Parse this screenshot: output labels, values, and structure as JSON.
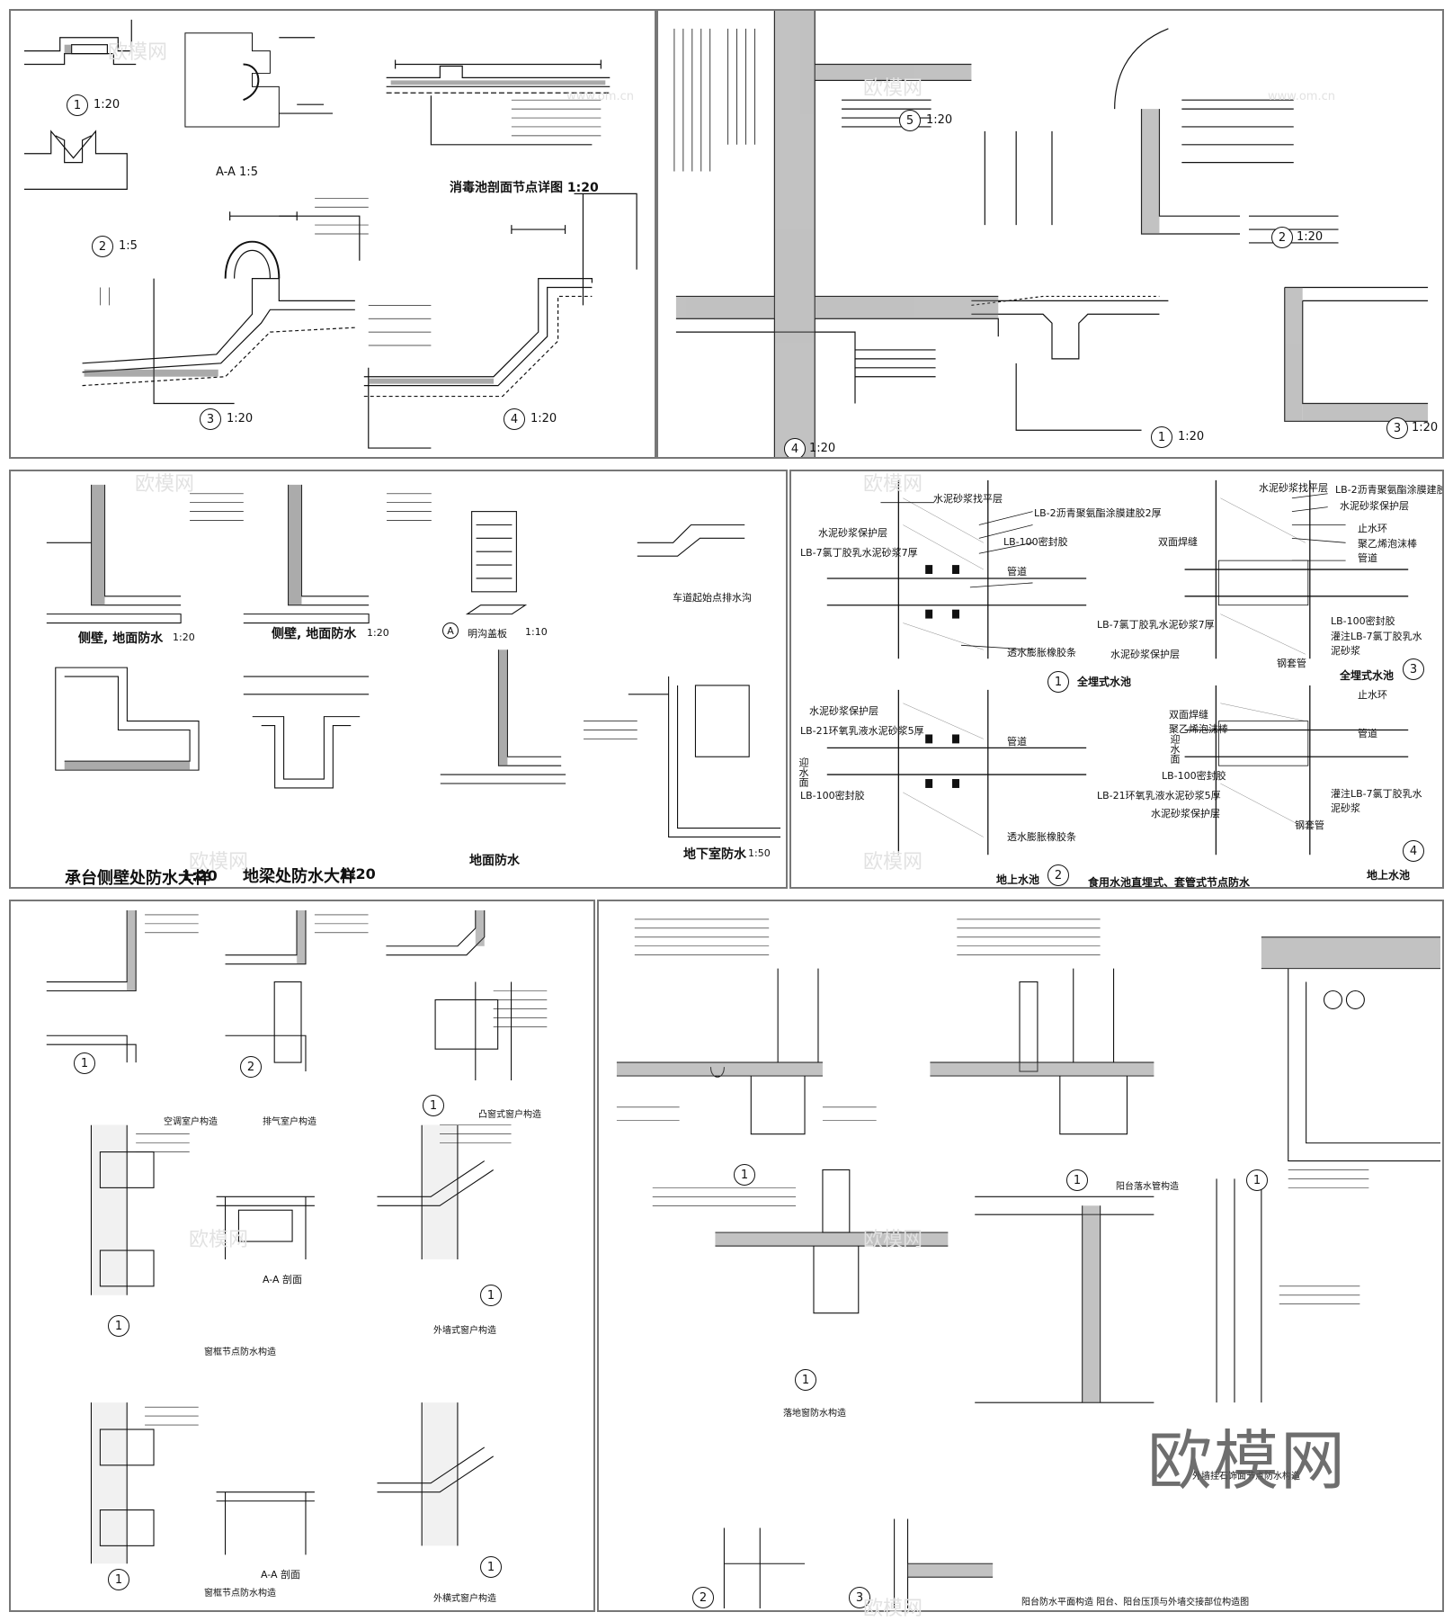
{
  "watermark": {
    "cn": "欧模网",
    "url": "www.om.cn"
  },
  "logo": "欧模网",
  "panel1": {
    "title": "消毒池剖面节点详图 1:20",
    "aa": "A-A 1:5",
    "s1": "1:20",
    "s2": "1:5",
    "s3": "1:20",
    "s4": "1:20",
    "n1": "1",
    "n2": "2",
    "n3": "3",
    "n4": "4"
  },
  "panel2": {
    "s5": "1:20",
    "s4": "1:20",
    "s1": "1:20",
    "s2": "1:20",
    "s3": "1:20",
    "n5": "5",
    "n4": "4",
    "n1": "1",
    "n2": "2",
    "n3": "3"
  },
  "panel3": {
    "t1": "侧壁, 地面防水",
    "t2": "侧壁, 地面防水",
    "t3": "明沟盖板",
    "t4": "车道起始点排水沟",
    "t5": "承台侧壁处防水大样",
    "t6": "地梁处防水大样",
    "t7": "地面防水",
    "t8": "地下室防水",
    "s1": "1:20",
    "s2": "1:20",
    "s3": "1:10",
    "s5": "1:20",
    "s6": "1:20",
    "s8": "1:50",
    "nA": "A"
  },
  "panel4": {
    "l_pingzheng": "水泥砂浆找平层",
    "l_lb2": "LB-2沥青聚氨酯涂膜建胶2厚",
    "l_baohu": "水泥砂浆保护层",
    "l_lb7": "LB-7氯丁胶乳水泥砂浆7厚",
    "l_lb100": "LB-100密封胶",
    "l_guandao": "管道",
    "l_touxiu": "透水膨胀橡胶条",
    "l_quanmai": "全埋式水池",
    "l_shuangmian": "双面焊缝",
    "l_zhishui": "止水环",
    "l_jubenyi": "聚乙烯泡沫棒",
    "l_guanzhu": "灌注LB-7氯丁胶乳水泥砂浆",
    "l_gangtao": "钢套管",
    "l_lb21": "LB-21环氧乳液水泥砂浆5厚",
    "l_yingshui": "迎水面",
    "l_dishang": "地上水池",
    "title": "食用水池直埋式、套管式节点防水",
    "n1": "1",
    "n2": "2",
    "n3": "3",
    "n4": "4"
  },
  "panel5": {
    "t1": "空调室户构造",
    "t2": "排气室户构造",
    "t3": "凸窗式窗户构造",
    "t4": "窗框节点防水构造",
    "t5": "A-A 剖面",
    "t6": "外墙式窗户构造",
    "t7": "窗框节点防水构造",
    "t8": "A-A 剖面",
    "t9": "外横式窗户构造",
    "n": "1",
    "n2": "2"
  },
  "panel6": {
    "t1": "阳台落水管构造",
    "t2": "落地窗防水构造",
    "t3": "外墙挂石饰面节点防水构造",
    "t4": "阳台防水平面构造  阳台、阳台压顶与外墙交接部位构造图",
    "n": "1",
    "n2": "2",
    "n3": "3"
  }
}
